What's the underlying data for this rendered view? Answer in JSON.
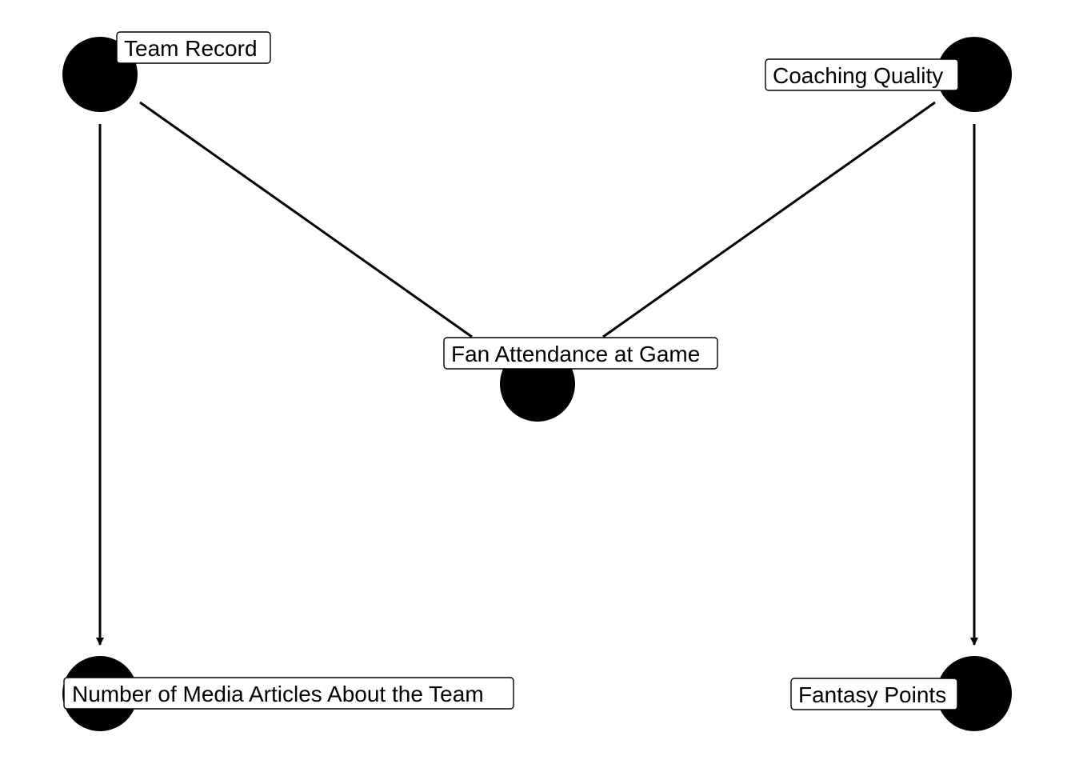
{
  "diagram": {
    "colors": {
      "node_fill": "#000000",
      "edge": "#000000",
      "label_background": "#ffffff",
      "label_border": "#000000",
      "background": "#ffffff"
    },
    "nodes": [
      {
        "id": "team_record",
        "label": "Team Record"
      },
      {
        "id": "coaching_quality",
        "label": "Coaching Quality"
      },
      {
        "id": "fan_attendance",
        "label": "Fan Attendance at Game"
      },
      {
        "id": "media_articles",
        "label": "Number of Media Articles About the Team"
      },
      {
        "id": "fantasy_points",
        "label": "Fantasy Points"
      }
    ],
    "edges": [
      {
        "from": "team_record",
        "to": "fan_attendance",
        "directed": false
      },
      {
        "from": "coaching_quality",
        "to": "fan_attendance",
        "directed": false
      },
      {
        "from": "team_record",
        "to": "media_articles",
        "directed": true
      },
      {
        "from": "coaching_quality",
        "to": "fantasy_points",
        "directed": true
      }
    ]
  }
}
